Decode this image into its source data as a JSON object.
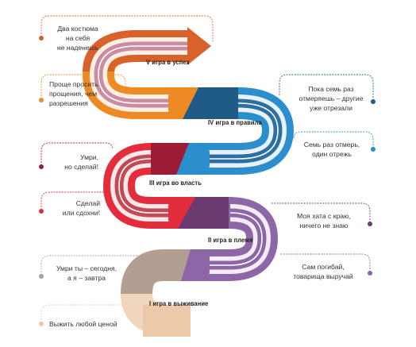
{
  "stages": [
    {
      "id": "stage-5",
      "title": "V игра в успех",
      "color": "#d9622b",
      "light": "#ee8a24",
      "callouts": [
        {
          "side": "left",
          "lines": [
            "Два костюма",
            "на себя",
            "не наденешь"
          ]
        },
        {
          "side": "left",
          "lines": [
            "Проще просить",
            "прощения, чем",
            "разрешения"
          ]
        }
      ]
    },
    {
      "id": "stage-4",
      "title": "IV игра в правила",
      "color": "#1f5b86",
      "light": "#2b8fce",
      "callouts": [
        {
          "side": "right",
          "lines": [
            "Пока семь раз",
            "отмеряешь – другие",
            "уже отрезали"
          ]
        },
        {
          "side": "right",
          "lines": [
            "Семь раз отмерь,",
            "один отрежь"
          ]
        }
      ]
    },
    {
      "id": "stage-3",
      "title": "III игра во власть",
      "color": "#9c1c35",
      "light": "#e32c3c",
      "callouts": [
        {
          "side": "left",
          "lines": [
            "Умри,",
            "но сделай!"
          ]
        },
        {
          "side": "left",
          "lines": [
            "Сделай",
            "или сдохни!"
          ]
        }
      ]
    },
    {
      "id": "stage-2",
      "title": "II игра в племя",
      "color": "#6b3a70",
      "light": "#8d66a8",
      "callouts": [
        {
          "side": "right",
          "lines": [
            "Моя хата с краю,",
            "ничего не знаю"
          ]
        },
        {
          "side": "right",
          "lines": [
            "Сам погибай,",
            "товарища выручай"
          ]
        }
      ]
    },
    {
      "id": "stage-1",
      "title": "I игра в выживание",
      "color": "#b29f91",
      "light": "#ecc9a9",
      "callouts": [
        {
          "side": "left",
          "lines": [
            "Умри ты – сегодня,",
            "а я – завтра"
          ]
        },
        {
          "side": "left",
          "lines": [
            "Выжить любой ценой"
          ]
        }
      ]
    }
  ]
}
